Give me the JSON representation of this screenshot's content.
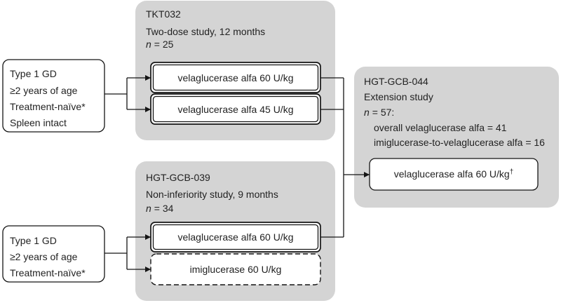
{
  "inclusion_criteria": [
    {
      "lines": [
        "Type 1 GD",
        "≥2 years of age",
        "Treatment-naïve*",
        "Spleen intact"
      ]
    },
    {
      "lines": [
        "Type 1 GD",
        "≥2 years of age",
        "Treatment-naïve*"
      ]
    }
  ],
  "studies": [
    {
      "id": "TKT032",
      "description": "Two-dose study, 12 months",
      "n_symbol": "n",
      "n_value": "= 25",
      "arms": [
        {
          "label": "velaglucerase alfa 60 U/kg"
        },
        {
          "label": "velaglucerase alfa 45 U/kg"
        }
      ]
    },
    {
      "id": "HGT-GCB-039",
      "description": "Non-inferiority study, 9 months",
      "n_symbol": "n",
      "n_value": "= 34",
      "arms": [
        {
          "label": "velaglucerase alfa 60 U/kg"
        },
        {
          "label": "imiglucerase 60 U/kg"
        }
      ]
    }
  ],
  "extension": {
    "id": "HGT-GCB-044",
    "description": "Extension study",
    "n_symbol": "n",
    "n_value": "= 57:",
    "subgroups": [
      "overall velaglucerase alfa = 41",
      "imiglucerase-to-velaglucerase alfa = 16"
    ],
    "treatment": {
      "label": "velaglucerase alfa 60 U/kg",
      "footnote_marker": "†"
    }
  },
  "colors": {
    "study_panel": "#d4d4d4",
    "stroke": "#151515",
    "text": "#222222",
    "box_fill": "#ffffff"
  }
}
